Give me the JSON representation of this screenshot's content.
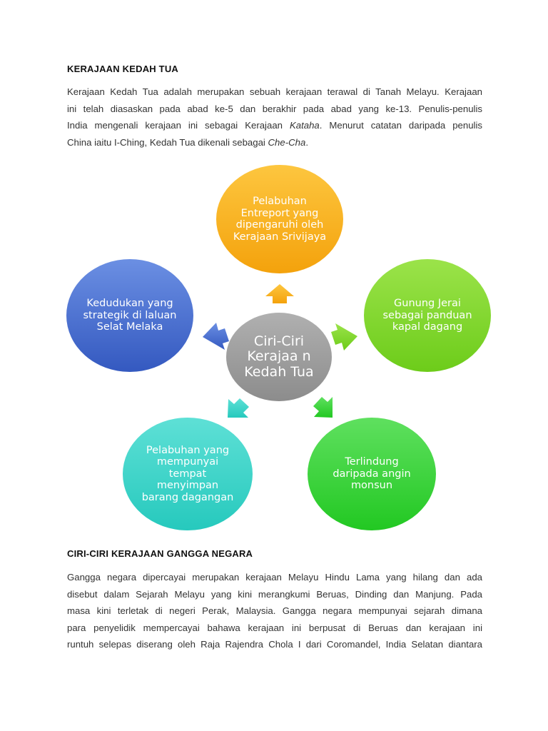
{
  "section1": {
    "heading": "KERAJAAN KEDAH TUA",
    "lines": [
      "Kerajaan Kedah Tua adalah merupakan sebuah kerajaan terawal di Tanah Melayu. Kerajaan",
      "ini telah diasaskan pada abad ke-5 dan berakhir pada abad yang ke-13. Penulis-penulis",
      "India mengenali kerajaan ini sebagai Kerajaan",
      "Kataha",
      ". Menurut catatan daripada penulis",
      "China iaitu I-Ching, Kedah Tua dikenali sebagai",
      "Che-Cha",
      "."
    ]
  },
  "diagram": {
    "center": "Ciri-Ciri Kerajaa n Kedah Tua",
    "nodes": {
      "top": "Pelabuhan Entreport yang dipengaruhi oleh Kerajaan Srivijaya",
      "right": "Gunung Jerai sebagai panduan kapal dagang",
      "bottom_right": "Terlindung daripada angin monsun",
      "bottom_left": "Pelabuhan yang mempunyai tempat menyimpan barang dagangan",
      "left": "Kedudukan yang strategik di laluan Selat Melaka"
    },
    "colors": {
      "center": "#9e9e9e",
      "top": "#f9b21c",
      "right": "#7fd42a",
      "bottom_right": "#3ed43e",
      "bottom_left": "#3bd1c5",
      "left": "#4a6fd0"
    }
  },
  "section2": {
    "heading": "CIRI-CIRI KERAJAAN GANGGA NEGARA",
    "lines": [
      "Gangga negara dipercayai merupakan kerajaan Melayu Hindu Lama yang hilang dan ada",
      "disebut dalam Sejarah Melayu yang kini merangkumi Beruas, Dinding dan Manjung. Pada",
      "masa kini terletak di negeri Perak, Malaysia. Gangga negara mempunyai sejarah dimana",
      "para penyelidik mempercayai bahawa kerajaan ini berpusat di Beruas dan kerajaan ini",
      "runtuh selepas diserang oleh Raja Rajendra Chola I dari Coromandel, India Selatan diantara"
    ]
  }
}
